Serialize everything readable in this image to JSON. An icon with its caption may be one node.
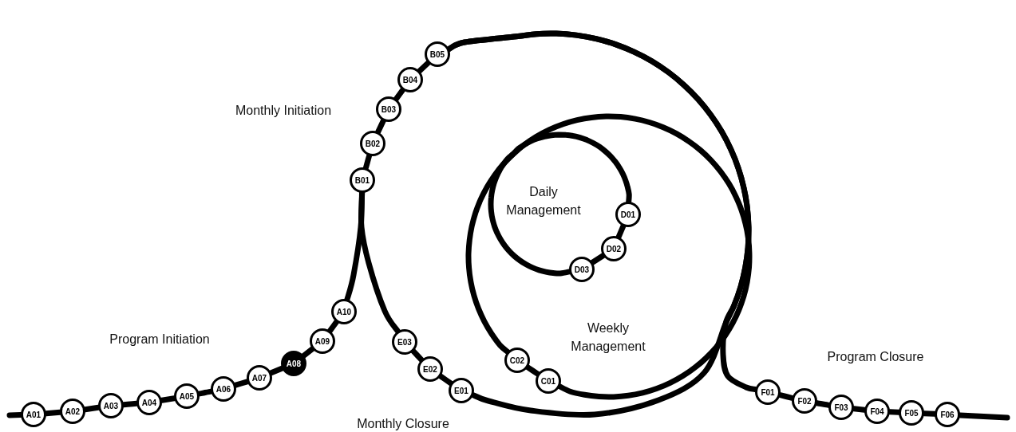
{
  "diagram": {
    "nodes": [
      {
        "text": [
          "A01"
        ]
      },
      {
        "text": [
          "A02"
        ]
      },
      {
        "text": [
          "A03"
        ]
      },
      {
        "text": [
          "A04"
        ]
      },
      {
        "text": [
          "A05"
        ]
      },
      {
        "text": [
          "A06"
        ]
      },
      {
        "text": [
          "A07"
        ]
      },
      {
        "text": [
          "A08"
        ]
      },
      {
        "text": [
          "A09"
        ]
      },
      {
        "text": [
          "A10"
        ]
      },
      {
        "text": [
          "B01"
        ]
      },
      {
        "text": [
          "B02"
        ]
      },
      {
        "text": [
          "B03"
        ]
      },
      {
        "text": [
          "B04"
        ]
      },
      {
        "text": [
          "B05"
        ]
      },
      {
        "text": [
          "C01"
        ]
      },
      {
        "text": [
          "C02"
        ]
      },
      {
        "text": [
          "D01"
        ]
      },
      {
        "text": [
          "D02"
        ]
      },
      {
        "text": [
          "D03"
        ]
      },
      {
        "text": [
          "E01"
        ]
      },
      {
        "text": [
          "E02"
        ]
      },
      {
        "text": [
          "E03"
        ]
      },
      {
        "text": [
          "F01"
        ]
      },
      {
        "text": [
          "F02"
        ]
      },
      {
        "text": [
          "F03"
        ]
      },
      {
        "text": [
          "F04"
        ]
      },
      {
        "text": [
          "F05"
        ]
      },
      {
        "text": [
          "F06"
        ]
      }
    ],
    "edges": [
      {
        "from": null,
        "to": 0,
        "arrow": "none"
      },
      {
        "from": 0,
        "to": 1,
        "arrow": "none"
      },
      {
        "from": 1,
        "to": 2,
        "arrow": "none"
      },
      {
        "from": 2,
        "to": 3,
        "arrow": "none"
      },
      {
        "from": 3,
        "to": 4,
        "arrow": "none"
      },
      {
        "from": 4,
        "to": 5,
        "arrow": "none"
      },
      {
        "from": 5,
        "to": 6,
        "arrow": "none"
      },
      {
        "from": 6,
        "to": 7,
        "arrow": "none"
      },
      {
        "from": 7,
        "to": 8,
        "arrow": "none"
      },
      {
        "from": 8,
        "to": 9,
        "arrow": "none"
      },
      {
        "from": 9,
        "to": 10,
        "arrow": "none"
      },
      {
        "from": 10,
        "to": 11,
        "arrow": "none"
      },
      {
        "from": 11,
        "to": 12,
        "arrow": "none"
      },
      {
        "from": 12,
        "to": 13,
        "arrow": "none"
      },
      {
        "from": 13,
        "to": 14,
        "arrow": "none"
      },
      {
        "from": 14,
        "to": 20,
        "arrow": "none"
      },
      {
        "from": 14,
        "to": 23,
        "arrow": "none"
      },
      {
        "from": 20,
        "to": 21,
        "arrow": "none"
      },
      {
        "from": 21,
        "to": 22,
        "arrow": "none"
      },
      {
        "from": 22,
        "to": 10,
        "arrow": "none"
      },
      {
        "from": 15,
        "to": 16,
        "arrow": "none"
      },
      {
        "from": 16,
        "to": 17,
        "arrow": "none"
      },
      {
        "from": 17,
        "to": 18,
        "arrow": "none"
      },
      {
        "from": 18,
        "to": 19,
        "arrow": "none"
      },
      {
        "from": 19,
        "to": 15,
        "arrow": "none"
      },
      {
        "from": 23,
        "to": 24,
        "arrow": "none"
      },
      {
        "from": 24,
        "to": 25,
        "arrow": "none"
      },
      {
        "from": 25,
        "to": 26,
        "arrow": "none"
      },
      {
        "from": 26,
        "to": 27,
        "arrow": "none"
      },
      {
        "from": 27,
        "to": 28,
        "arrow": "none"
      },
      {
        "from": 28,
        "to": null,
        "arrow": "none"
      }
    ],
    "labels": [
      "Monthly Initiation",
      "Daily Management",
      "Program Initiation",
      "Weekly Management",
      "Program Closure",
      "Monthly Closure"
    ]
  }
}
